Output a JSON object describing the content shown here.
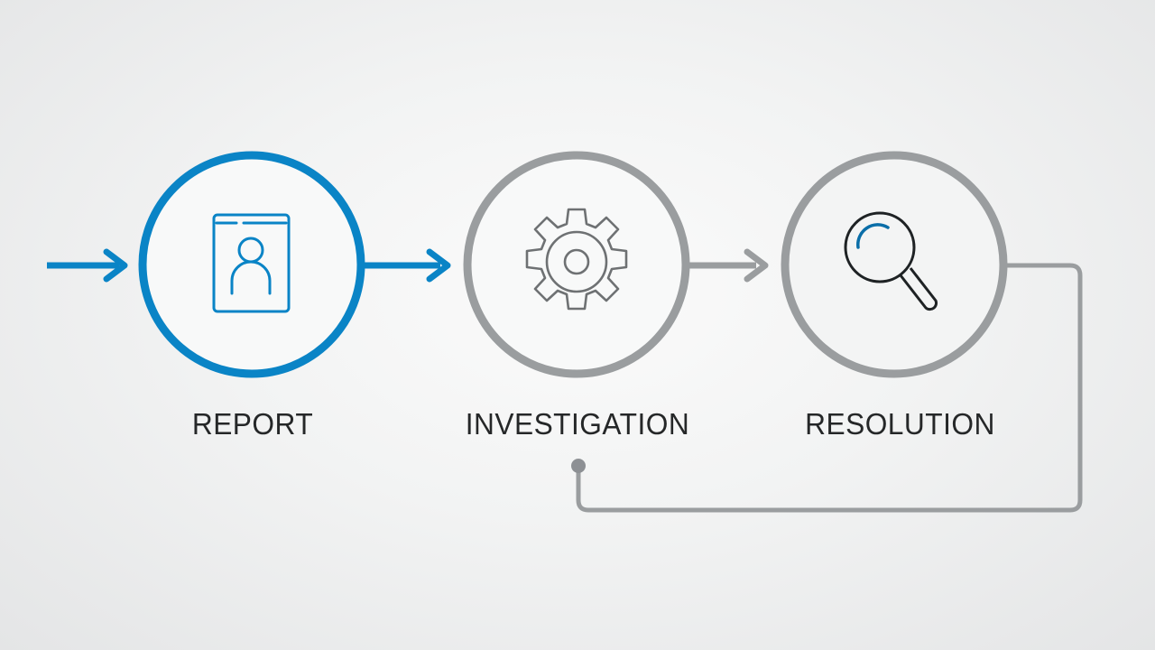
{
  "diagram": {
    "type": "process-flow",
    "colors": {
      "active": "#0a84c6",
      "inactive": "#9a9d9f",
      "icon_dark": "#1e2224",
      "label": "#252728",
      "background": "#efefef"
    },
    "stages": [
      {
        "label": "REPORT",
        "icon": "id-card-person-icon",
        "state": "active"
      },
      {
        "label": "INVESTIGATION",
        "icon": "gear-icon",
        "state": "inactive"
      },
      {
        "label": "RESOLUTION",
        "icon": "magnifying-glass-icon",
        "state": "inactive"
      }
    ],
    "connectors": [
      {
        "from": "start",
        "to": "REPORT",
        "style": "arrow",
        "color": "active"
      },
      {
        "from": "REPORT",
        "to": "INVESTIGATION",
        "style": "arrow",
        "color": "active"
      },
      {
        "from": "INVESTIGATION",
        "to": "RESOLUTION",
        "style": "arrow",
        "color": "inactive"
      },
      {
        "from": "RESOLUTION",
        "to": "INVESTIGATION",
        "style": "feedback-loop",
        "color": "inactive"
      }
    ]
  }
}
